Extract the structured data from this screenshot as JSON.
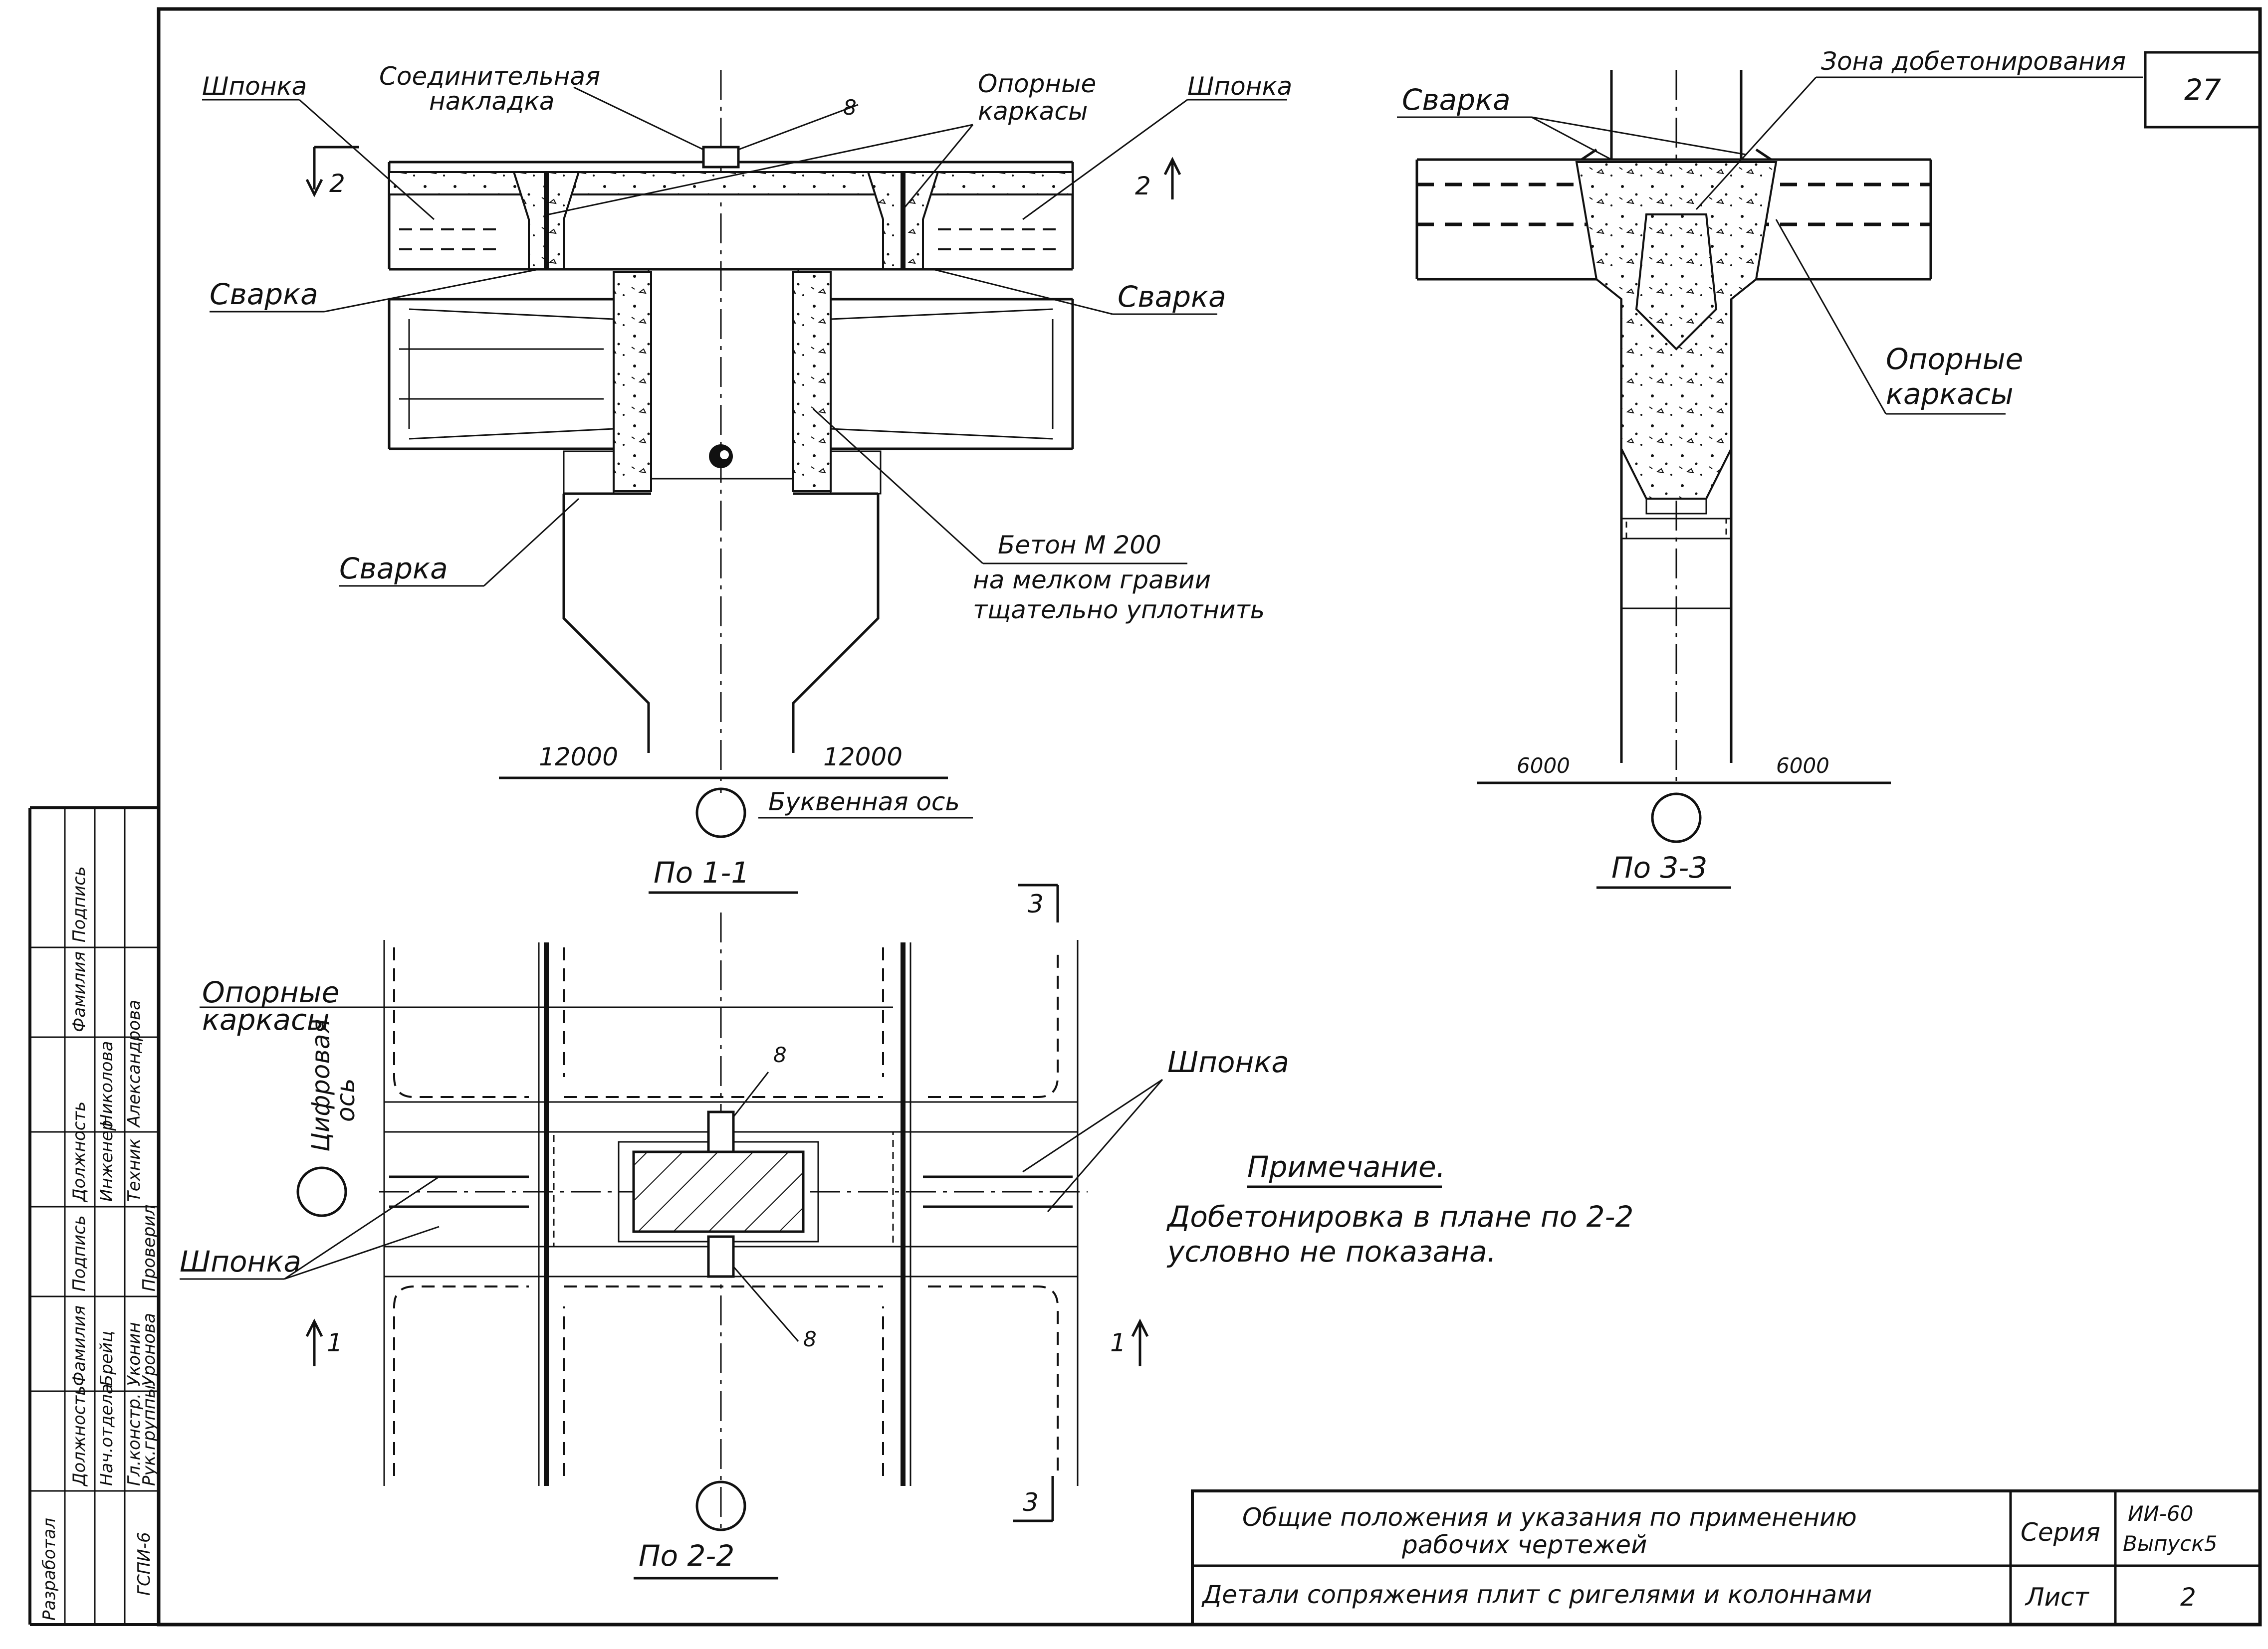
{
  "sheet_number": "27",
  "section_1_1": {
    "title": "По 1-1",
    "labels": {
      "shponka_left": "Шпонка",
      "connecting_plate_l1": "Соединительная",
      "connecting_plate_l2": "накладка",
      "mark_8": "8",
      "support_frames_l1": "Опорные",
      "support_frames_l2": "каркасы",
      "shponka_right": "Шпонка",
      "cut_2_left": "2",
      "cut_2_right": "2",
      "weld_left": "Сварка",
      "weld_right": "Сварка",
      "weld_bottom": "Сварка",
      "concrete_l1": "Бетон М 200",
      "concrete_l2": "на мелком гравии",
      "concrete_l3": "тщательно уплотнить",
      "dim_left": "12000",
      "dim_right": "12000",
      "axis_label": "Буквенная ось"
    }
  },
  "section_3_3": {
    "title": "По 3-3",
    "labels": {
      "weld": "Сварка",
      "grouting_zone": "Зона добетонирования",
      "support_frames_l1": "Опорные",
      "support_frames_l2": "каркасы",
      "dim_left": "6000",
      "dim_right": "6000"
    }
  },
  "section_2_2": {
    "title": "По 2-2",
    "labels": {
      "support_frames_l1": "Опорные",
      "support_frames_l2": "каркасы",
      "digit_axis_l1": "Цифровая",
      "digit_axis_l2": "ось",
      "shponka_right": "Шпонка",
      "shponka_left": "Шпонка",
      "mark_8_top": "8",
      "mark_8_bottom": "8",
      "cut_3_top": "3",
      "cut_3_bottom": "3",
      "cut_1_left": "1",
      "cut_1_right": "1"
    }
  },
  "note": {
    "heading": "Примечание.",
    "line1": "Добетонировка в плане по 2-2",
    "line2": "условно не показана."
  },
  "title_block": {
    "subject_l1": "Общие положения и указания по применению",
    "subject_l2": "рабочих чертежей",
    "sheet_title": "Детали сопряжения плит с ригелями и колоннами",
    "series_label": "Серия",
    "series_value_l1": "ИИ-60",
    "series_value_l2": "Выпуск5",
    "sheet_label": "Лист",
    "sheet_value": "2"
  },
  "side_stamp": {
    "developed": "Разработал",
    "org": "ГСПИ-6",
    "headers": [
      "Должность",
      "Фамилия",
      "Подпись"
    ],
    "rows": [
      [
        "Нач.отдела",
        "Брейц",
        ""
      ],
      [
        "Гл.констр.",
        "Уконин",
        ""
      ],
      [
        "Рук.группы",
        "Уронова",
        "Проверил"
      ]
    ],
    "headers2": [
      "Должность",
      "Фамилия",
      "Подпись"
    ],
    "rows2": [
      [
        "Инженер",
        "Николова",
        ""
      ],
      [
        "Техник",
        "Александрова",
        ""
      ]
    ]
  }
}
